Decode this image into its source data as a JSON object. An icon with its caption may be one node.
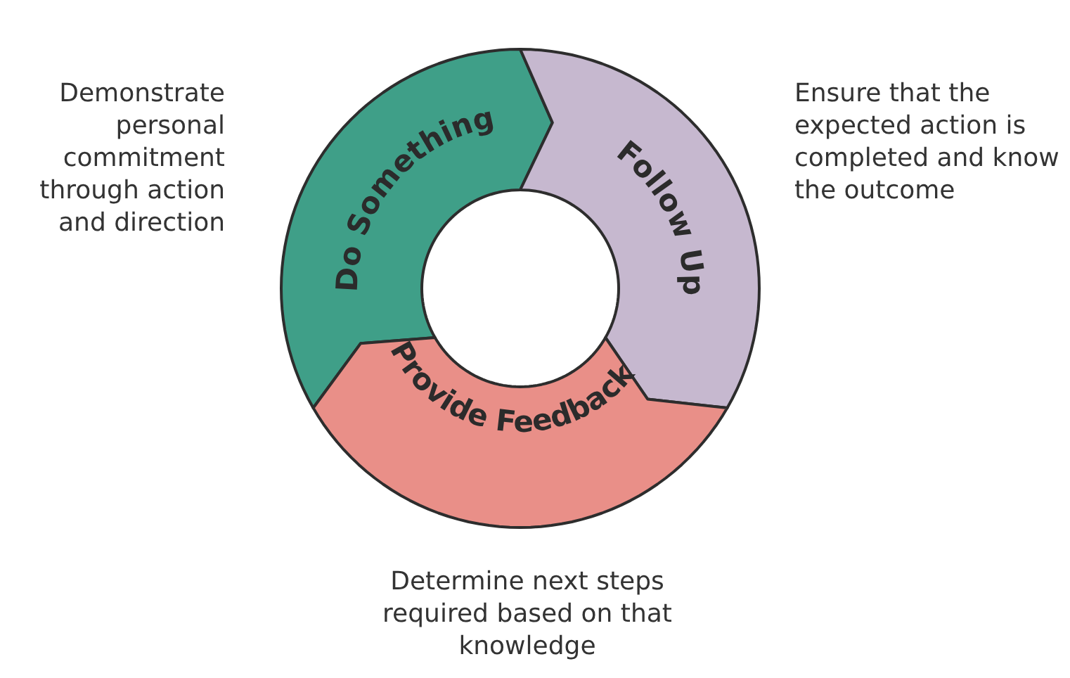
{
  "diagram": {
    "nodes": [
      {
        "text": [
          "Do Something"
        ],
        "beside": [
          "Demonstrate personal commitment through action and direction"
        ]
      },
      {
        "text": [
          "Follow Up"
        ],
        "beside": [
          "Ensure that the expected action is completed and know the outcome"
        ]
      },
      {
        "text": [
          "Provide Feedback"
        ],
        "beside": [
          "Determine next steps required based on that knowledge"
        ]
      }
    ]
  }
}
